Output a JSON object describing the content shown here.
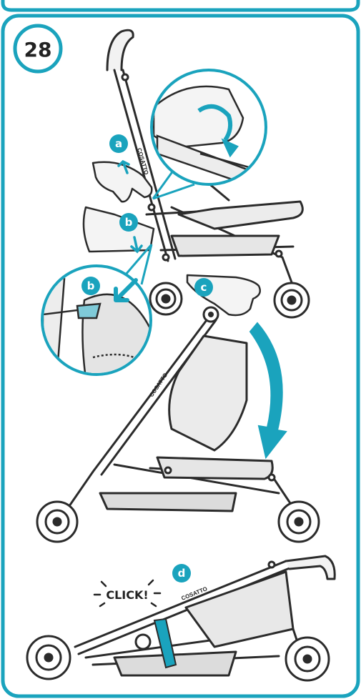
{
  "step": {
    "number": "28"
  },
  "callouts": {
    "a": "a",
    "b": "b",
    "b_zoom": "b",
    "c": "c",
    "d": "d"
  },
  "sound": {
    "click": "CLICK!"
  },
  "brand": {
    "logo_text": "COSATTO"
  },
  "colors": {
    "accent": "#1aa3bd",
    "accent_dark": "#0f8aa3",
    "line": "#2b2b2b",
    "fabric": "#e8e8e8",
    "fabric_dark": "#cfcfcf",
    "skin": "#f3f3f3"
  }
}
